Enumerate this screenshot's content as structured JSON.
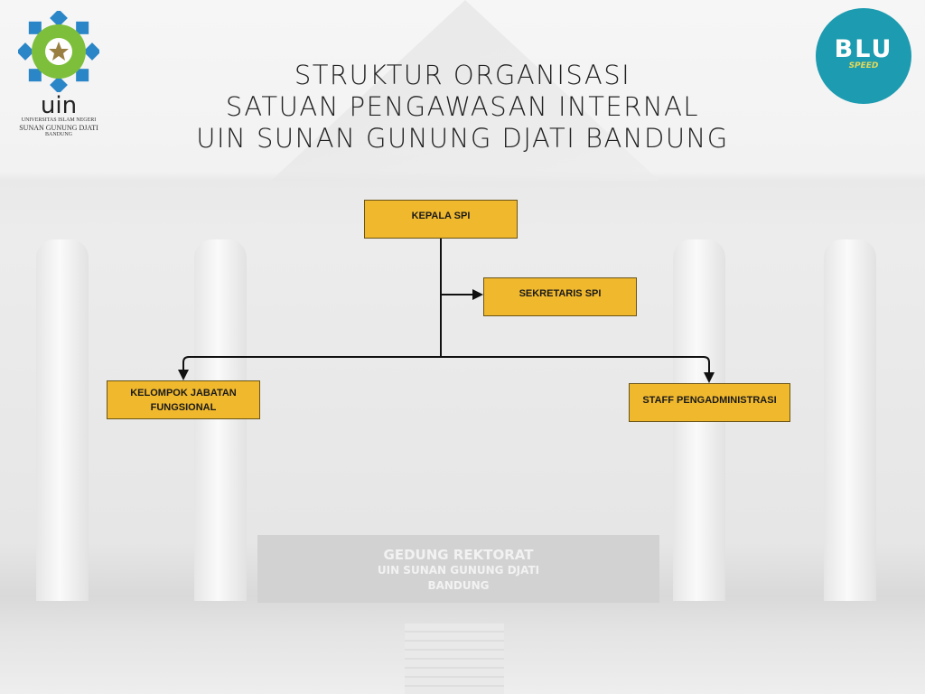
{
  "title": {
    "line1": "STRUKTUR ORGANISASI",
    "line2": "SATUAN PENGAWASAN INTERNAL",
    "line3": "UIN SUNAN GUNUNG DJATI BANDUNG"
  },
  "logo_left": {
    "word": "uin",
    "line1": "UNIVERSITAS ISLAM NEGERI",
    "line2": "SUNAN GUNUNG DJATI",
    "line3": "BANDUNG"
  },
  "logo_right": {
    "word": "BLU",
    "sub": "SPEED"
  },
  "background_sign": {
    "line1": "GEDUNG REKTORAT",
    "line2": "UIN SUNAN GUNUNG DJATI",
    "line3": "BANDUNG"
  },
  "org": {
    "head": "KEPALA SPI",
    "secretary": "SEKRETARIS SPI",
    "functional": "KELOMPOK JABATAN FUNGSIONAL",
    "admin": "STAFF PENGADMINISTRASI"
  },
  "colors": {
    "box": "#f0b82d",
    "line": "#111111",
    "blu": "#1d9bb0"
  }
}
